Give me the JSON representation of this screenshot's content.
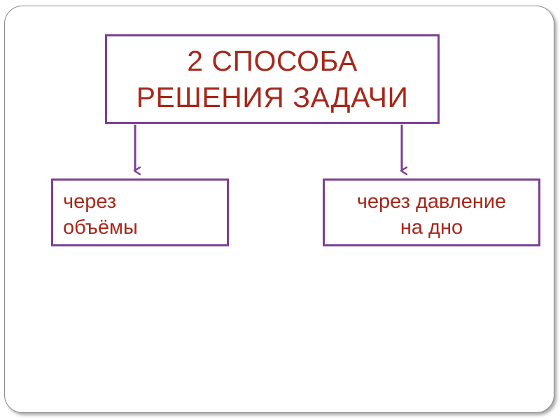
{
  "diagram": {
    "title": "2 СПОСОБА\nРЕШЕНИЯ ЗАДАЧИ",
    "left_method": "через\nобъёмы",
    "right_method": "через давление\nна дно"
  },
  "colors": {
    "border": "#7b3f98",
    "text": "#a5281b",
    "arrow": "#7b3f98"
  }
}
